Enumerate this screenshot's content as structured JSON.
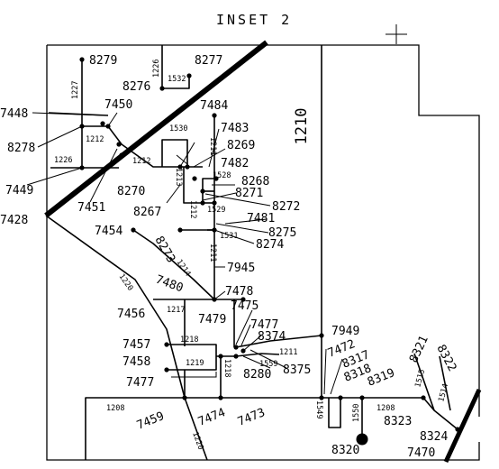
{
  "title": "INSET 2",
  "labels": {
    "l8279": "8279",
    "l1227": "1227",
    "l1226a": "1226",
    "l8277": "8277",
    "l1532": "1532",
    "l8276": "8276",
    "l7448": "7448",
    "l7450": "7450",
    "l8278": "8278",
    "l1212a": "1212",
    "l1226b": "1226",
    "l7449": "7449",
    "l7451": "7451",
    "l8270": "8270",
    "l1212b": "1212",
    "l7428": "7428",
    "l7484": "7484",
    "l1530": "1530",
    "l7483": "7483",
    "l8269": "8269",
    "l1210": "1210",
    "l7482": "7482",
    "l1528": "1528",
    "l1213": "1213",
    "l8268": "8268",
    "l8271": "8271",
    "l8272": "8272",
    "l8267": "8267",
    "l1529": "1529",
    "l7481": "7481",
    "l8275": "8275",
    "l7454": "7454",
    "l1531": "1531",
    "l8274": "8274",
    "l8273": "8273",
    "l1211a": "1211",
    "l1214": "1214",
    "l7945": "7945",
    "l1220a": "1220",
    "l7480": "7480",
    "l7478": "7478",
    "l7456": "7456",
    "l1217": "1217",
    "l7475": "7475",
    "l7479": "7479",
    "l7477a": "7477",
    "l8374": "8374",
    "l7949": "7949",
    "l7457": "7457",
    "l1218a": "1218",
    "l1211b": "1211",
    "l7472": "7472",
    "l8317": "8317",
    "l8321": "8321",
    "l8322": "8322",
    "l7458": "7458",
    "l1219": "1219",
    "l1559": "1559",
    "l8280": "8280",
    "l8375": "8375",
    "l8318": "8318",
    "l8319": "8319",
    "l1218b": "1218",
    "l7477b": "7477",
    "l1515": "1515",
    "l1514": "1514",
    "l1208a": "1208",
    "l1208b": "1208",
    "l1549": "1549",
    "l1550": "1550",
    "l7459": "7459",
    "l7474": "7474",
    "l7473": "7473",
    "l8323": "8323",
    "l8324": "8324",
    "l7470": "7470",
    "l8320": "8320",
    "l1220b": "1220"
  }
}
